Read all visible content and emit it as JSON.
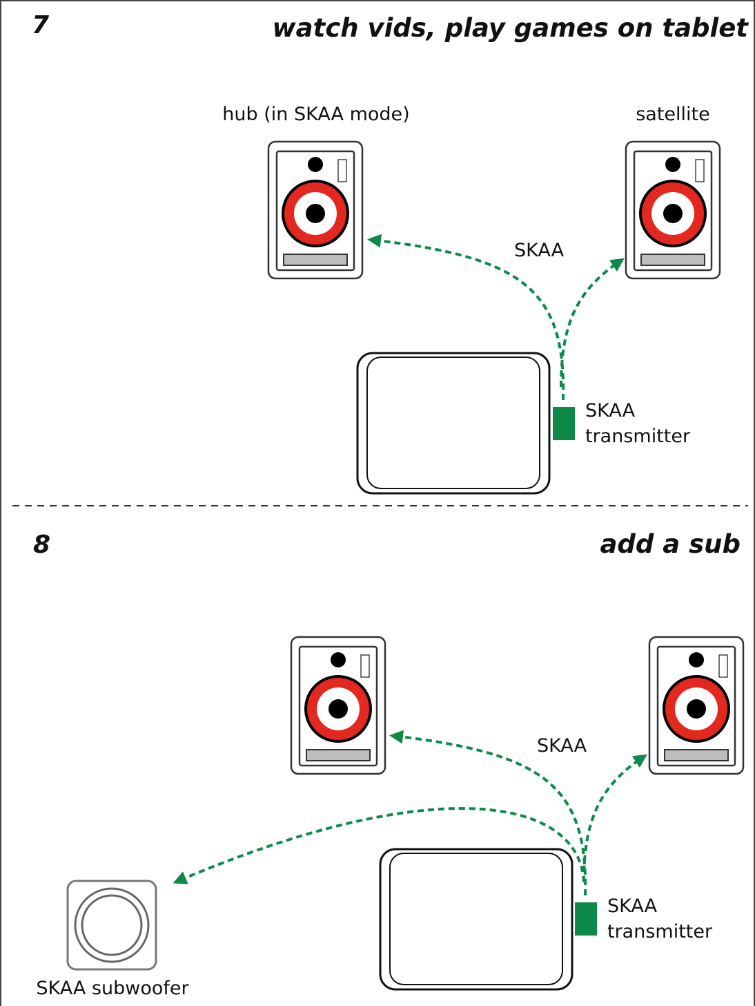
{
  "colors": {
    "cone_red": "#e3281f",
    "signal_green": "#0d8a4a",
    "transmitter_green": "#0d8a4a",
    "outline": "#111111",
    "bar_grey": "#bdbdbd"
  },
  "panel7": {
    "number": "7",
    "title": "watch vids, play games on tablet",
    "hub_label": "hub (in SKAA mode)",
    "satellite_label": "satellite",
    "signal_label": "SKAA",
    "transmitter_label_1": "SKAA",
    "transmitter_label_2": "transmitter"
  },
  "panel8": {
    "number": "8",
    "title": "add a sub",
    "signal_label": "SKAA",
    "transmitter_label_1": "SKAA",
    "transmitter_label_2": "transmitter",
    "subwoofer_label": "SKAA subwoofer"
  },
  "icons": {
    "speaker": "speaker-icon",
    "tablet": "tablet-icon",
    "transmitter": "transmitter-icon",
    "subwoofer": "subwoofer-icon",
    "arrow": "arrow-icon"
  }
}
